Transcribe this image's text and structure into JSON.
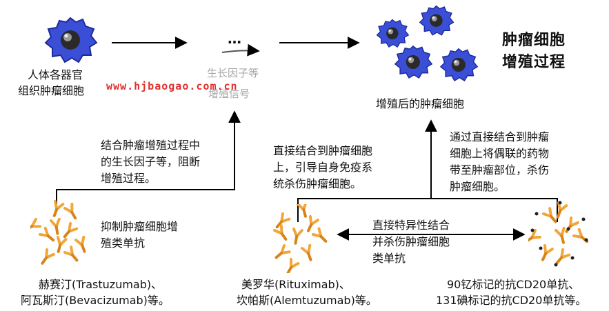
{
  "title": [
    "肿瘤细胞",
    "增殖过程"
  ],
  "origin_label": [
    "人体各器官",
    "组织肿瘤细胞"
  ],
  "growth_factor_label": [
    "生长因子等",
    "增殖信号"
  ],
  "dots": "…",
  "watermark": "www.hjbaogao.com.cn",
  "proliferated_label": "增殖后的肿瘤细胞",
  "block_desc": [
    "结合肿瘤增殖过程中",
    "的生长因子等，阻断",
    "增殖过程。"
  ],
  "direct_desc": [
    "直接结合到肿瘤细胞",
    "上，引导自身免疫系",
    "统杀伤肿瘤细胞。"
  ],
  "carrier_desc": [
    "通过直接结合到肿瘤",
    "细胞上将偶联的药物",
    "带至肿瘤部位，杀伤",
    "肿瘤细胞。"
  ],
  "inhibit_label": [
    "抑制肿瘤细胞增",
    "殖类单抗"
  ],
  "specific_label": [
    "直接特异性结合",
    "并杀伤肿瘤细胞",
    "类单抗"
  ],
  "examples_left": [
    "赫赛汀(Trastuzumab)、",
    "阿瓦斯汀(Bevacizumab)等。"
  ],
  "examples_mid": [
    "美罗华(Rituximab)、",
    "坎帕斯(Alemtuzumab)等。"
  ],
  "examples_right": [
    "90钇标记的抗CD20单抗、",
    "131碘标记的抗CD20单抗等。"
  ],
  "colors": {
    "cell_blue": "#3a4fd6",
    "cell_dark": "#1c2a9c",
    "antibody": "#f2a63a",
    "antibody_dark": "#d98418",
    "watermark": "#e0312e"
  }
}
